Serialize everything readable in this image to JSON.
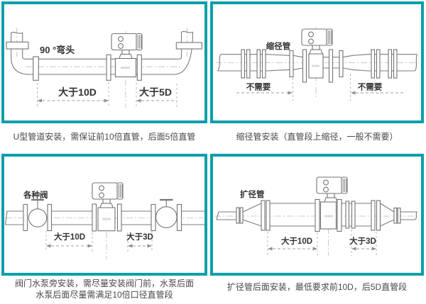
{
  "accent_color": "#0a9faa",
  "panels": {
    "u_type": {
      "caption": "U型管道安装，需保证前10倍直管，后面5倍直管",
      "label_elbow": "90 °弯头",
      "dim_left": "大于10D",
      "dim_right": "大于5D"
    },
    "reducer": {
      "caption": "缩径管安装（直管段上缩径，一般不需要）",
      "label": "缩径管",
      "dim_left": "不需要",
      "dim_right": "不需要"
    },
    "valve": {
      "caption_line1": "阀门水泵旁安装，需尽量安装阀门前，水泵后面",
      "caption_line2": "水泵后面尽量需满足10倍口径直管段",
      "label": "各种阀",
      "dim_left": "大于10D",
      "dim_right": "大于3D"
    },
    "expander": {
      "caption": "扩径管后面安装，最低要求前10D，后5D直管段",
      "label": "扩径管",
      "dim_left": "大于10D",
      "dim_right": "大于3D"
    }
  }
}
